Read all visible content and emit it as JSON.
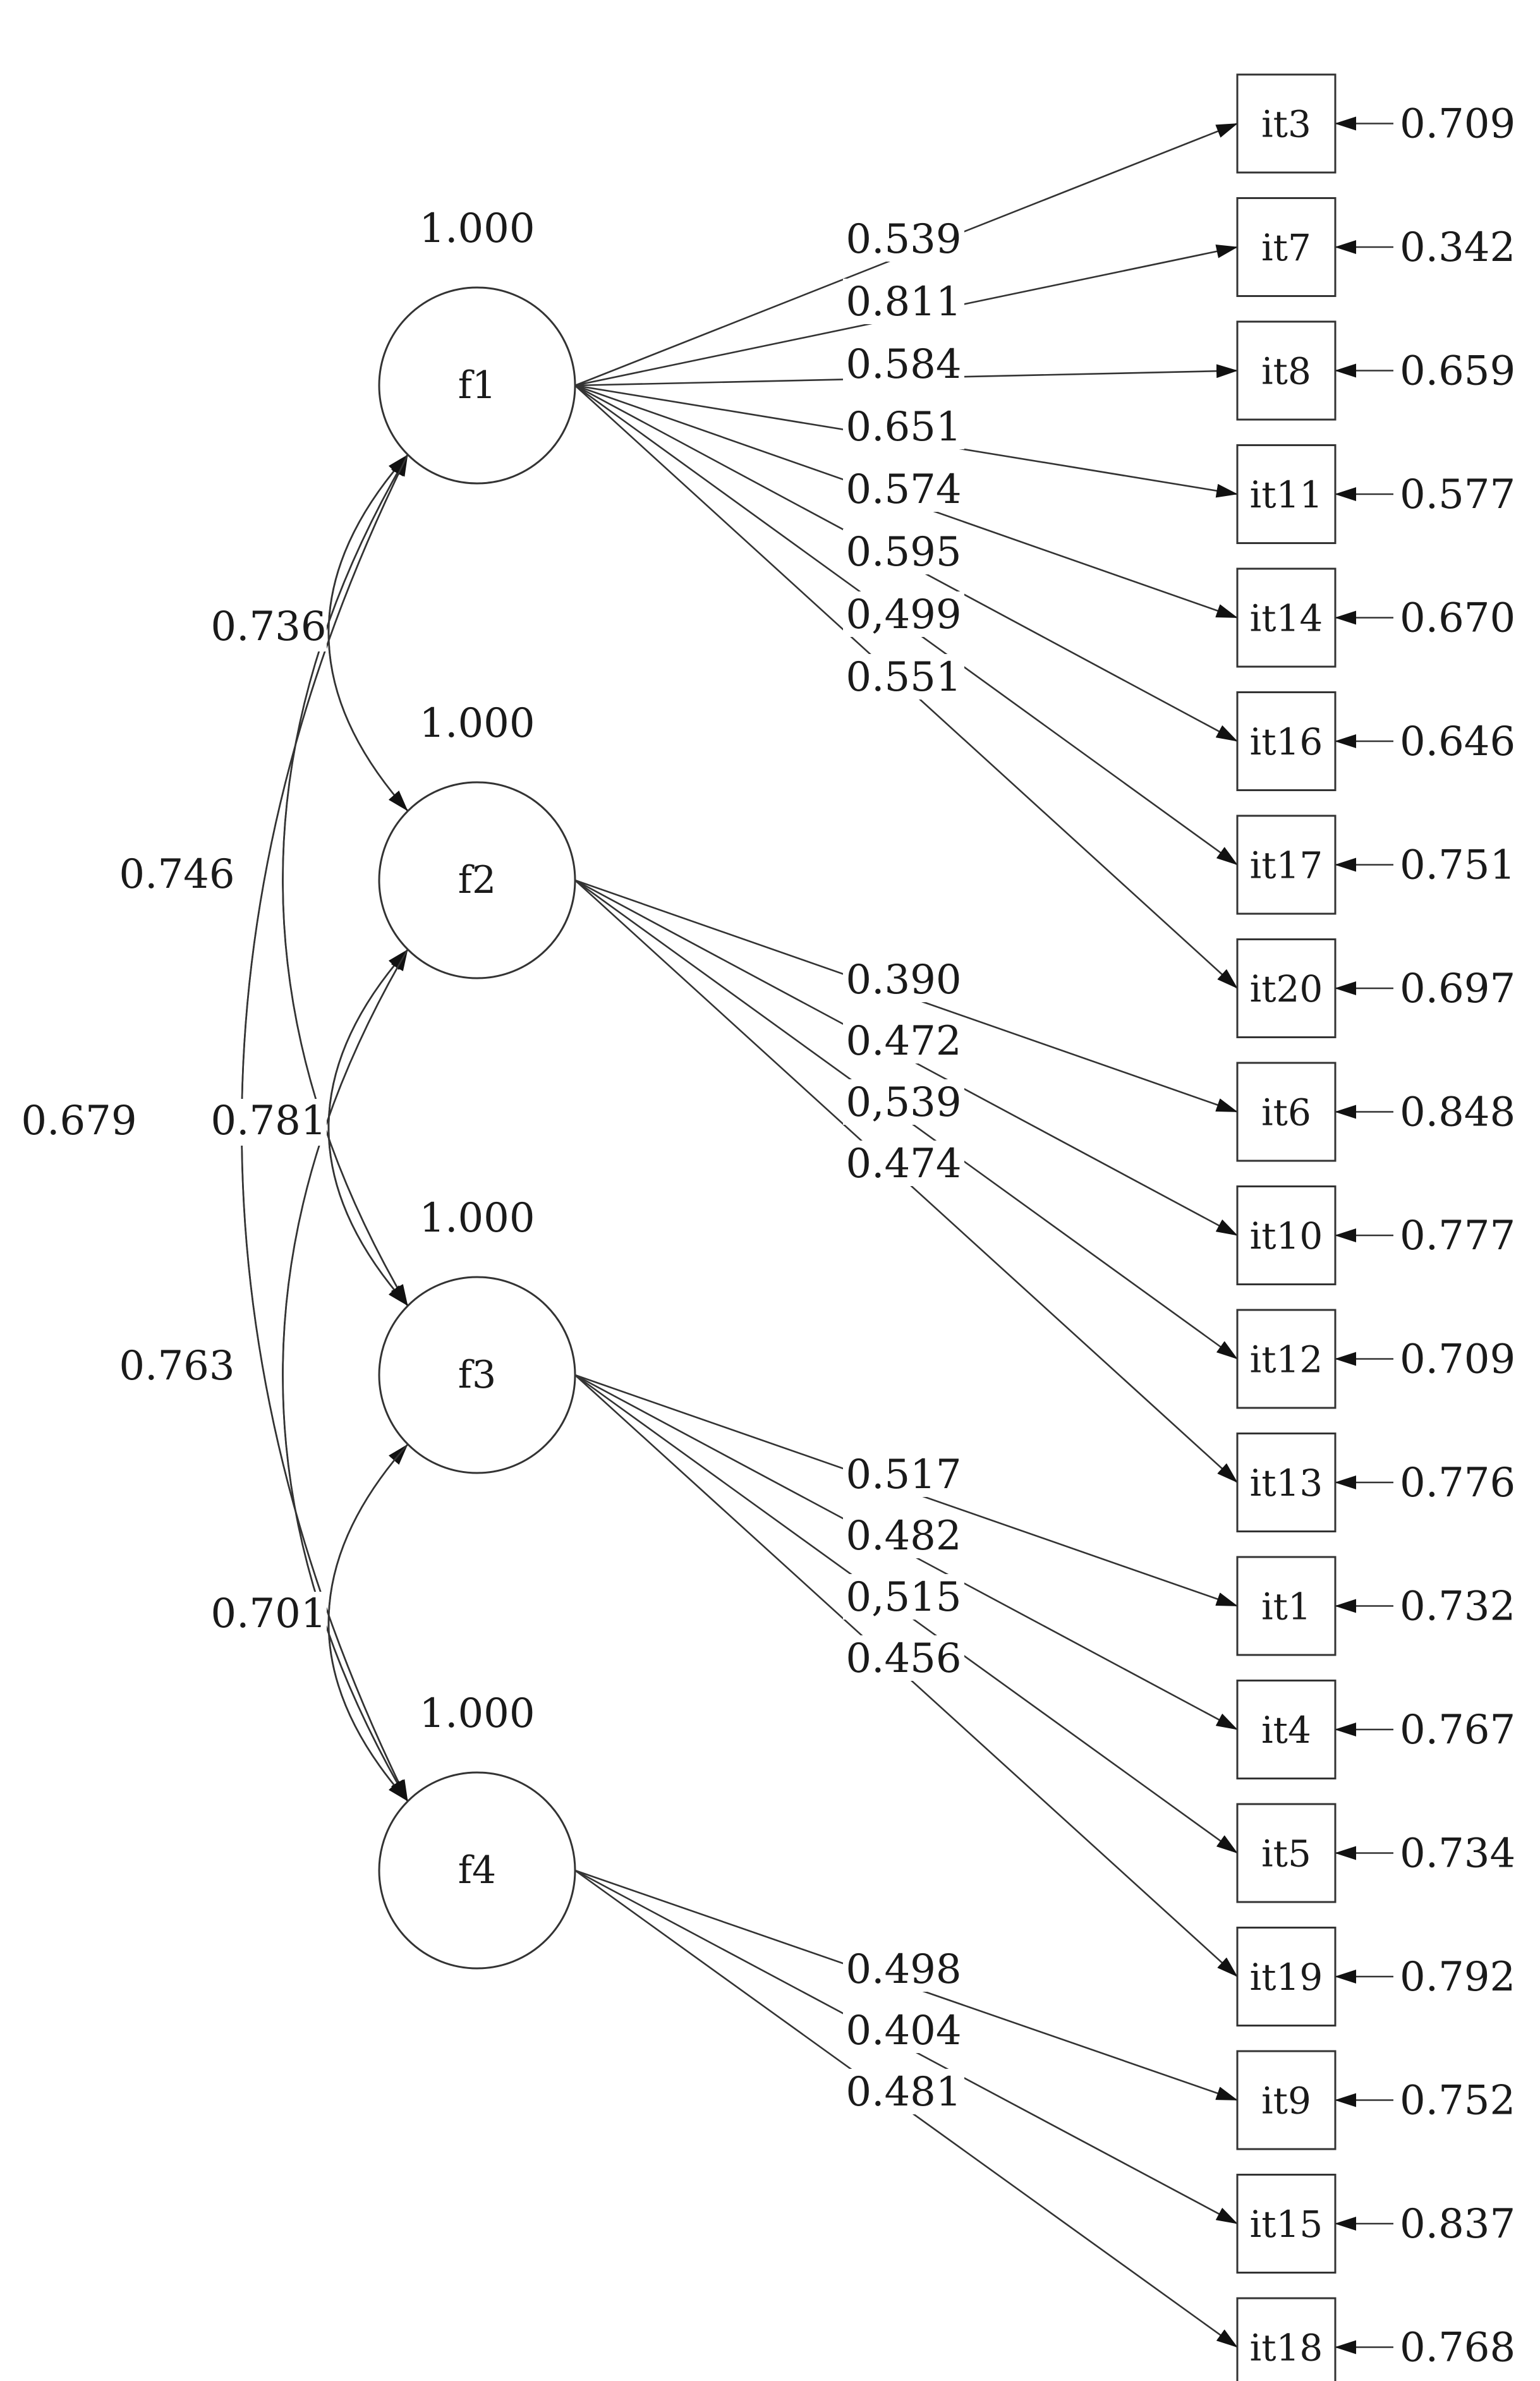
{
  "factors": [
    {
      "id": "f1",
      "label": "f1",
      "variance": "1.000"
    },
    {
      "id": "f2",
      "label": "f2",
      "variance": "1.000"
    },
    {
      "id": "f3",
      "label": "f3",
      "variance": "1.000"
    },
    {
      "id": "f4",
      "label": "f4",
      "variance": "1.000"
    }
  ],
  "items": [
    {
      "label": "it3",
      "factor": "f1",
      "loading": "0.539",
      "error": "0.709"
    },
    {
      "label": "it7",
      "factor": "f1",
      "loading": "0.811",
      "error": "0.342"
    },
    {
      "label": "it8",
      "factor": "f1",
      "loading": "0.584",
      "error": "0.659"
    },
    {
      "label": "it11",
      "factor": "f1",
      "loading": "0.651",
      "error": "0.577"
    },
    {
      "label": "it14",
      "factor": "f1",
      "loading": "0.574",
      "error": "0.670"
    },
    {
      "label": "it16",
      "factor": "f1",
      "loading": "0.595",
      "error": "0.646"
    },
    {
      "label": "it17",
      "factor": "f1",
      "loading": "0,499",
      "error": "0.751"
    },
    {
      "label": "it20",
      "factor": "f1",
      "loading": "0.551",
      "error": "0.697"
    },
    {
      "label": "it6",
      "factor": "f2",
      "loading": "0.390",
      "error": "0.848"
    },
    {
      "label": "it10",
      "factor": "f2",
      "loading": "0.472",
      "error": "0.777"
    },
    {
      "label": "it12",
      "factor": "f2",
      "loading": "0,539",
      "error": "0.709"
    },
    {
      "label": "it13",
      "factor": "f2",
      "loading": "0.474",
      "error": "0.776"
    },
    {
      "label": "it1",
      "factor": "f3",
      "loading": "0.517",
      "error": "0.732"
    },
    {
      "label": "it4",
      "factor": "f3",
      "loading": "0.482",
      "error": "0.767"
    },
    {
      "label": "it5",
      "factor": "f3",
      "loading": "0,515",
      "error": "0.734"
    },
    {
      "label": "it19",
      "factor": "f3",
      "loading": "0.456",
      "error": "0.792"
    },
    {
      "label": "it9",
      "factor": "f4",
      "loading": "0.498",
      "error": "0.752"
    },
    {
      "label": "it15",
      "factor": "f4",
      "loading": "0.404",
      "error": "0.837"
    },
    {
      "label": "it18",
      "factor": "f4",
      "loading": "0.481",
      "error": "0.768"
    }
  ],
  "correlations": [
    {
      "from": "f1",
      "to": "f2",
      "value": "0.736"
    },
    {
      "from": "f1",
      "to": "f3",
      "value": "0.746"
    },
    {
      "from": "f1",
      "to": "f4",
      "value": "0.679"
    },
    {
      "from": "f2",
      "to": "f3",
      "value": "0.781"
    },
    {
      "from": "f2",
      "to": "f4",
      "value": "0.763"
    },
    {
      "from": "f3",
      "to": "f4",
      "value": "0.701"
    }
  ]
}
